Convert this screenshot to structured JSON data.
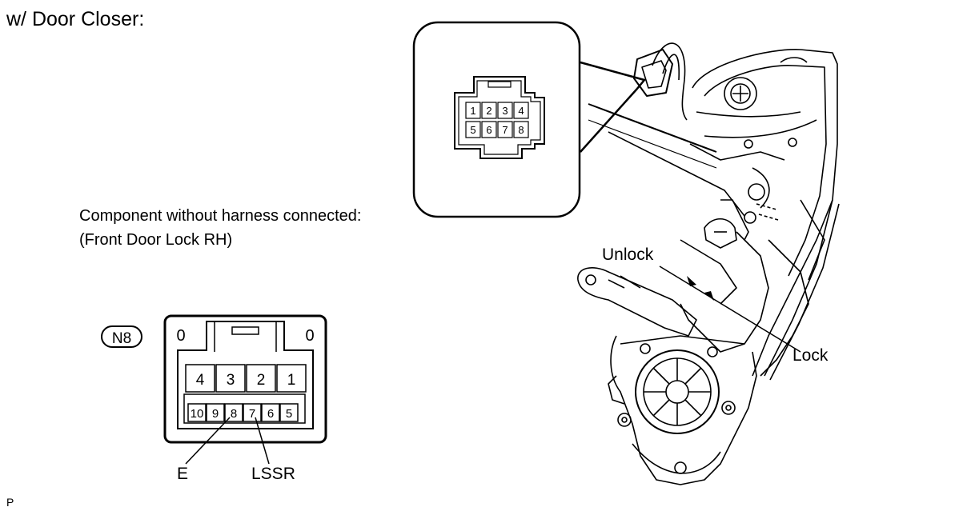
{
  "diagram": {
    "title": "w/ Door Closer:",
    "component_caption": {
      "line1": "Component without harness connected:",
      "line2": "(Front Door Lock RH)"
    },
    "connector_code": "N8",
    "large_connector_pins": {
      "top_row": [
        "4",
        "3",
        "2",
        "1"
      ],
      "bottom_row": [
        "10",
        "9",
        "8",
        "7",
        "6",
        "5"
      ],
      "mount_marks": [
        "0",
        "0"
      ]
    },
    "inset_connector_pins": {
      "top_row": [
        "1",
        "2",
        "3",
        "4"
      ],
      "bottom_row": [
        "5",
        "6",
        "7",
        "8"
      ]
    },
    "pin_labels": {
      "e": "E",
      "lssr": "LSSR"
    },
    "direction_labels": {
      "unlock": "Unlock",
      "lock": "Lock"
    },
    "footer": "P"
  }
}
